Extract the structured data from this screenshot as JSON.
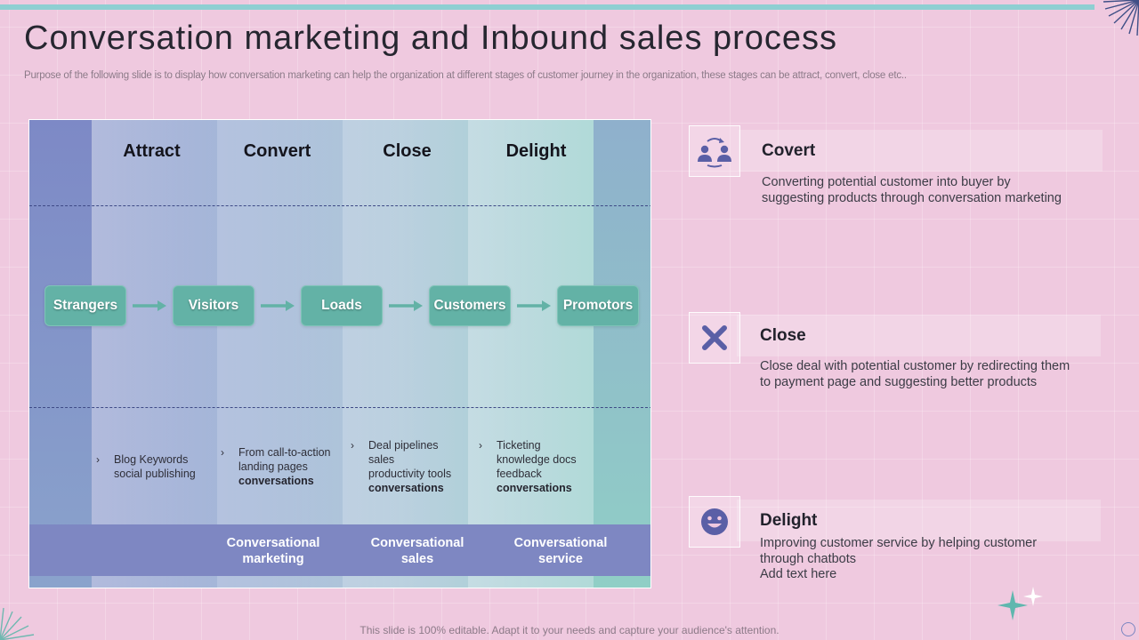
{
  "slide": {
    "title": "Conversation marketing and Inbound sales process",
    "subtitle": "Purpose of the following slide is to display how conversation marketing can help the organization at different stages of customer journey in the organization, these stages can be attract,  convert,  close etc..",
    "footer": "This slide is 100% editable. Adapt it to your needs and capture your audience's attention."
  },
  "stages": [
    "Attract",
    "Convert",
    "Close",
    "Delight"
  ],
  "flow": [
    "Strangers",
    "Visitors",
    "Loads",
    "Customers",
    "Promotors"
  ],
  "lists": [
    {
      "lines": [
        "Blog Keywords",
        "social publishing"
      ],
      "bold": ""
    },
    {
      "lines": [
        "From call-to-action",
        "landing pages"
      ],
      "bold": "conversations"
    },
    {
      "lines": [
        "Deal pipelines",
        "sales",
        "productivity tools"
      ],
      "bold": "conversations"
    },
    {
      "lines": [
        "Ticketing",
        "knowledge docs",
        "feedback"
      ],
      "bold": "conversations"
    }
  ],
  "bullet_glyph": "›",
  "bands": [
    [
      "Conversational",
      "marketing"
    ],
    [
      "Conversational",
      "sales"
    ],
    [
      "Conversational",
      "service"
    ]
  ],
  "cards": [
    {
      "title": "Covert",
      "desc": [
        "Converting potential customer into buyer by",
        "suggesting products through conversation marketing"
      ],
      "icon": "user-exchange-icon"
    },
    {
      "title": "Close",
      "desc": [
        "Close deal with potential customer by redirecting them",
        "to payment page and suggesting better products"
      ],
      "icon": "close-x-icon"
    },
    {
      "title": "Delight",
      "desc": [
        "Improving customer service by helping customer",
        "through chatbots",
        "Add text here"
      ],
      "icon": "smiley-face-icon"
    }
  ],
  "colors": {
    "background": "#efc9df",
    "accent_teal": "#63b2a6",
    "accent_purple": "#5a5fa6",
    "band": "#7e87c2"
  }
}
